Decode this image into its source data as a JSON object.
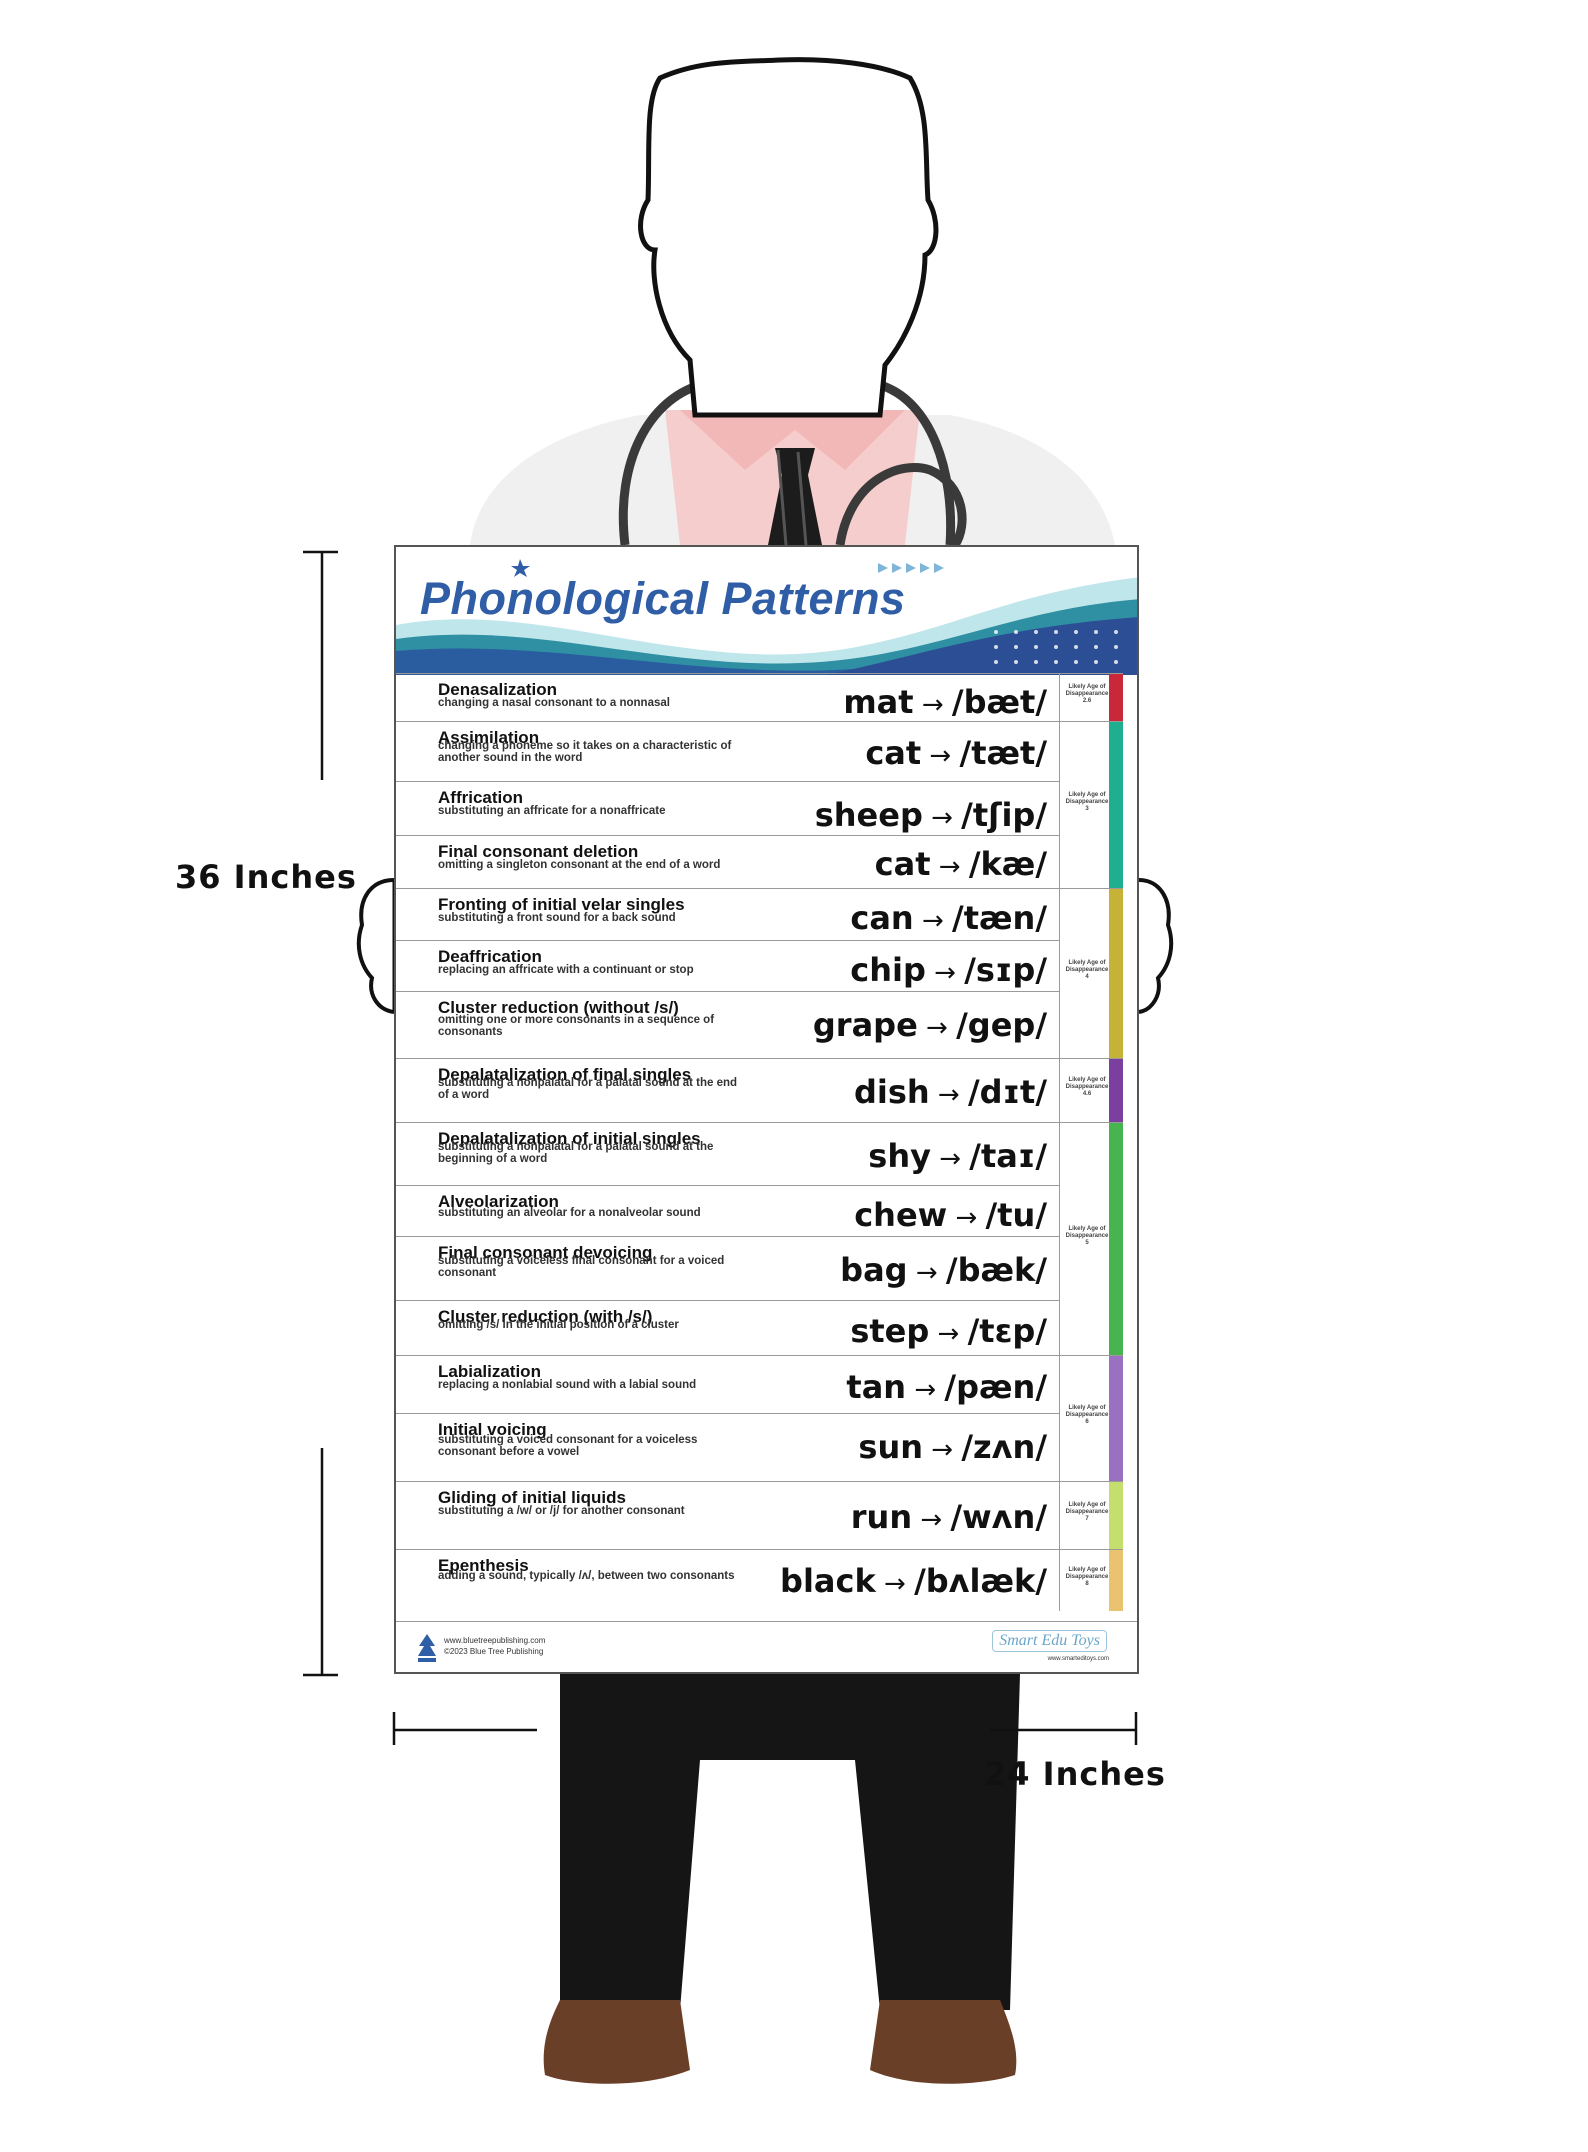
{
  "dimensions": {
    "height_label": "36 Inches",
    "width_label": "24 Inches"
  },
  "poster": {
    "title": "Phonological Patterns",
    "age_heading": "Likely Age of Disappearance",
    "rows": [
      {
        "name": "Denasalization",
        "desc": "changing a nasal consonant to a nonnasal",
        "word": "mat",
        "ipa": "/bæt/"
      },
      {
        "name": "Assimilation",
        "desc": "changing a phoneme so it takes on a characteristic of another sound in the word",
        "word": "cat",
        "ipa": "/tæt/"
      },
      {
        "name": "Affrication",
        "desc": "substituting an affricate for a nonaffricate",
        "word": "sheep",
        "ipa": "/tʃip/"
      },
      {
        "name": "Final consonant deletion",
        "desc": "omitting a singleton consonant at the end of a word",
        "word": "cat",
        "ipa": "/kæ/"
      },
      {
        "name": "Fronting of initial velar singles",
        "desc": "substituting a front sound for a back sound",
        "word": "can",
        "ipa": "/tæn/"
      },
      {
        "name": "Deaffrication",
        "desc": "replacing an affricate with a continuant or stop",
        "word": "chip",
        "ipa": "/sɪp/"
      },
      {
        "name": "Cluster reduction (without /s/)",
        "desc": "omitting one or more consonants in a sequence of consonants",
        "word": "grape",
        "ipa": "/gep/"
      },
      {
        "name": "Depalatalization of final singles",
        "desc": "substituting a nonpalatal for a palatal sound at the end of a word",
        "word": "dish",
        "ipa": "/dɪt/"
      },
      {
        "name": "Depalatalization of initial singles",
        "desc": "substituting a nonpalatal for a palatal sound at the beginning of a word",
        "word": "shy",
        "ipa": "/taɪ/"
      },
      {
        "name": "Alveolarization",
        "desc": "substituting an alveolar for a nonalveolar sound",
        "word": "chew",
        "ipa": "/tu/"
      },
      {
        "name": "Final consonant devoicing",
        "desc": "substituting a voiceless final consonant for a voiced consonant",
        "word": "bag",
        "ipa": "/bæk/"
      },
      {
        "name": "Cluster reduction (with /s/)",
        "desc": "omitting /s/ in the initial position of a cluster",
        "word": "step",
        "ipa": "/tɛp/"
      },
      {
        "name": "Labialization",
        "desc": "replacing a nonlabial sound with a labial sound",
        "word": "tan",
        "ipa": "/pæn/"
      },
      {
        "name": "Initial voicing",
        "desc": "substituting a voiced consonant for a voiceless consonant before a vowel",
        "word": "sun",
        "ipa": "/zʌn/"
      },
      {
        "name": "Gliding of initial liquids",
        "desc": "substituting a /w/ or /j/ for another consonant",
        "word": "run",
        "ipa": "/wʌn/"
      },
      {
        "name": "Epenthesis",
        "desc": "adding a sound, typically /ʌ/, between two consonants",
        "word": "black",
        "ipa": "/bʌlæk/"
      }
    ],
    "age_groups": [
      {
        "age": "2.6",
        "color": "#c8283a"
      },
      {
        "age": "3",
        "color": "#1fae8f"
      },
      {
        "age": "4",
        "color": "#c6b236"
      },
      {
        "age": "4.6",
        "color": "#7b3fa0"
      },
      {
        "age": "5",
        "color": "#48b450"
      },
      {
        "age": "6",
        "color": "#9a70c0"
      },
      {
        "age": "7",
        "color": "#c5df6e"
      },
      {
        "age": "8",
        "color": "#e9c36f"
      }
    ],
    "footer": {
      "site": "www.bluetreepublishing.com",
      "copyright": "©2023 Blue Tree Publishing",
      "brand": "Smart Edu Toys",
      "brand_site": "www.smarteditoys.com"
    }
  }
}
